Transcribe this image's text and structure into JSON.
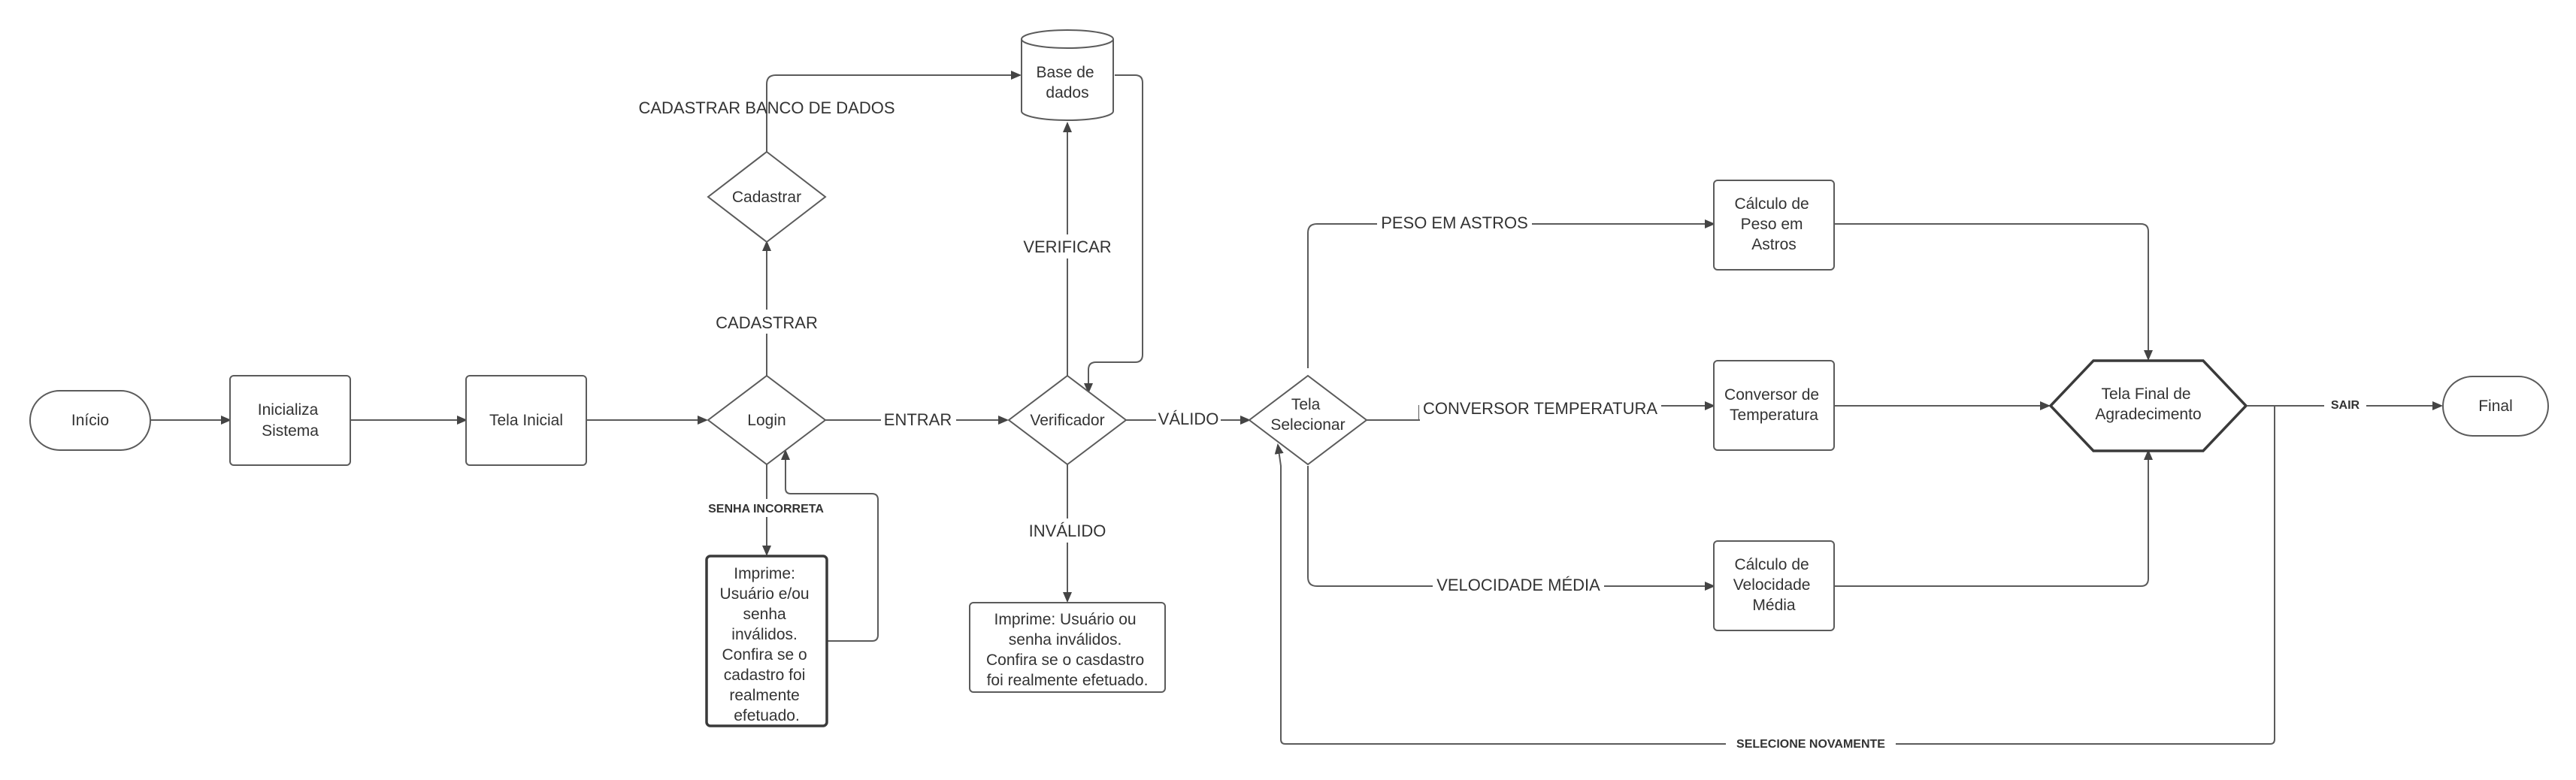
{
  "nodes": {
    "inicio": "Início",
    "inicializa": [
      "Inicializa",
      "Sistema"
    ],
    "tela_inicial": "Tela Inicial",
    "login": "Login",
    "cadastrar": "Cadastrar",
    "base": [
      "Base de",
      "dados"
    ],
    "verificador": "Verificador",
    "imprime_login": [
      "Imprime:",
      "Usuário e/ou",
      "senha",
      "inválidos.",
      "Confira se o",
      "cadastro foi",
      "realmente",
      "efetuado."
    ],
    "imprime_verif": [
      "Imprime: Usuário ou",
      "senha inválidos.",
      "Confira se o casdastro",
      "foi realmente efetuado."
    ],
    "tela_selecionar": [
      "Tela",
      "Selecionar"
    ],
    "calc_peso": [
      "Cálculo de",
      "Peso em",
      "Astros"
    ],
    "conversor": [
      "Conversor de",
      "Temperatura"
    ],
    "calc_velocidade": [
      "Cálculo de",
      "Velocidade",
      "Média"
    ],
    "tela_final": [
      "Tela Final de",
      "Agradecimento"
    ],
    "final": "Final"
  },
  "edge_labels": {
    "cadastrar_banco": "CADASTRAR BANCO DE DADOS",
    "cadastrar": "CADASTRAR",
    "entrar": "ENTRAR",
    "verificar": "VERIFICAR",
    "valido": "VÁLIDO",
    "invalido": "INVÁLIDO",
    "senha_incorreta": "SENHA INCORRETA",
    "peso_em_astros": "PESO EM ASTROS",
    "conversor_temperatura": "CONVERSOR TEMPERATURA",
    "velocidade_media": "VELOCIDADE MÉDIA",
    "sair": "SAIR",
    "selecione_novamente": "SELECIONE NOVAMENTE"
  },
  "colors": {
    "stroke": "#5b5b5b",
    "text": "#333333",
    "background": "#ffffff"
  }
}
